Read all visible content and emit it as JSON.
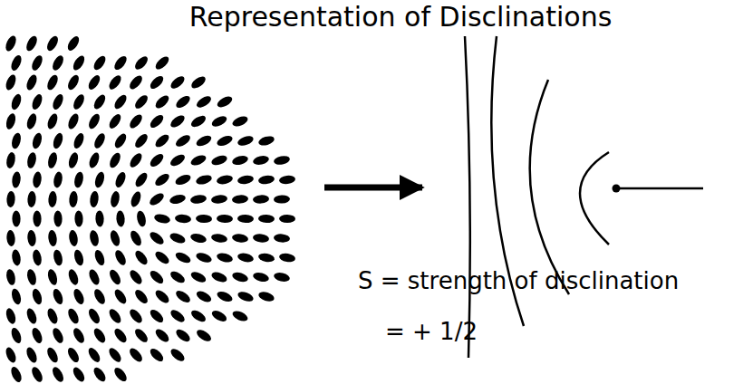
{
  "diagram": {
    "title": "Representation of Disclinations",
    "labels": [
      "S = strength of disclination",
      "= + 1/2"
    ]
  }
}
